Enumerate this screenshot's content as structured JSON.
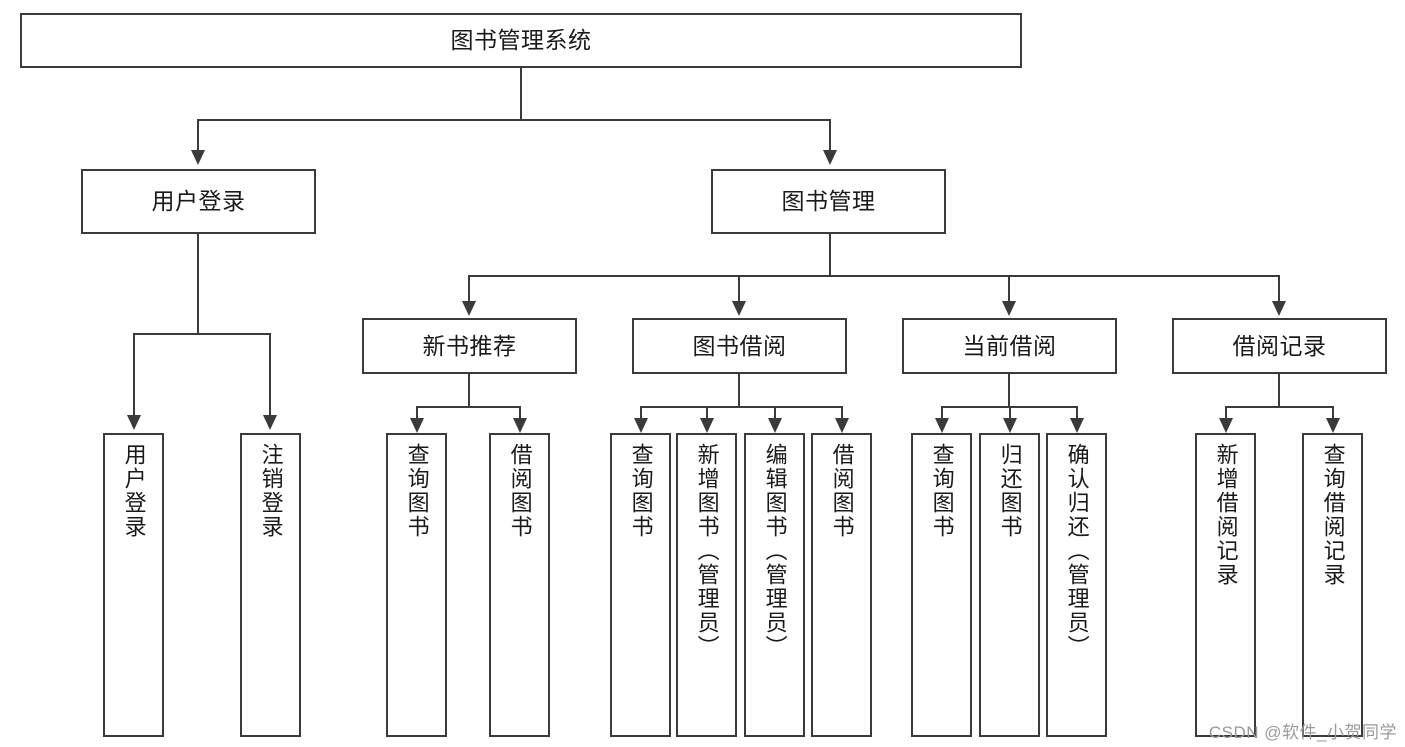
{
  "diagram": {
    "type": "tree",
    "title": "图书管理系统",
    "watermark": "CSDN @软件_小贺同学",
    "colors": {
      "stroke": "#3a3a3a",
      "fill": "#ffffff",
      "text": "#1a1a1a",
      "watermark": "#9a9a9a"
    },
    "levels": {
      "root": {
        "label": "图书管理系统"
      },
      "level2": [
        {
          "label": "用户登录"
        },
        {
          "label": "图书管理"
        }
      ],
      "level3": [
        {
          "label": "新书推荐"
        },
        {
          "label": "图书借阅"
        },
        {
          "label": "当前借阅"
        },
        {
          "label": "借阅记录"
        }
      ],
      "leaves_user_login": [
        {
          "label": "用户登录"
        },
        {
          "label": "注销登录"
        }
      ],
      "leaves_new_books": [
        {
          "label": "查询图书"
        },
        {
          "label": "借阅图书"
        }
      ],
      "leaves_borrow": [
        {
          "label": "查询图书"
        },
        {
          "label": "新增图书（管理员）"
        },
        {
          "label": "编辑图书（管理员）"
        },
        {
          "label": "借阅图书"
        }
      ],
      "leaves_current": [
        {
          "label": "查询图书"
        },
        {
          "label": "归还图书"
        },
        {
          "label": "确认归还（管理员）"
        }
      ],
      "leaves_records": [
        {
          "label": "新增借阅记录"
        },
        {
          "label": "查询借阅记录"
        }
      ]
    }
  }
}
